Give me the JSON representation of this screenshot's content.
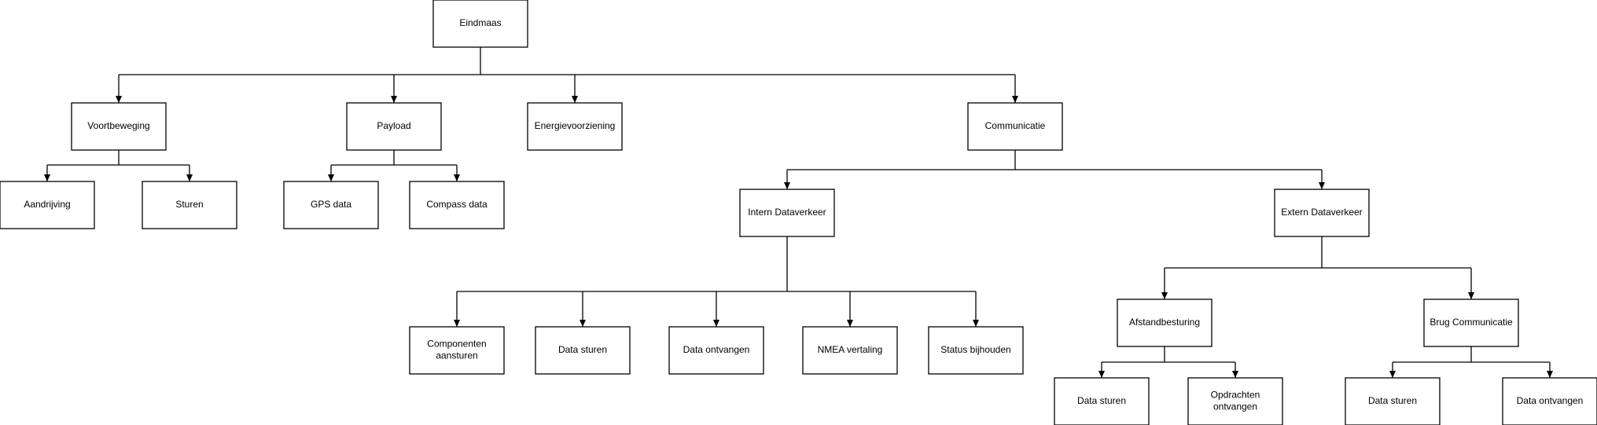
{
  "colors": {
    "background": "#ffffff",
    "stroke": "#000000",
    "text": "#000000"
  },
  "nodes": [
    {
      "id": "eindmaas",
      "label": [
        "Eindmaas"
      ]
    },
    {
      "id": "voortbeweging",
      "label": [
        "Voortbeweging"
      ]
    },
    {
      "id": "payload",
      "label": [
        "Payload"
      ]
    },
    {
      "id": "energievoorziening",
      "label": [
        "Energievoorziening"
      ]
    },
    {
      "id": "communicatie",
      "label": [
        "Communicatie"
      ]
    },
    {
      "id": "aandrijving",
      "label": [
        "Aandrijving"
      ]
    },
    {
      "id": "sturen",
      "label": [
        "Sturen"
      ]
    },
    {
      "id": "gps-data",
      "label": [
        "GPS data"
      ]
    },
    {
      "id": "compass-data",
      "label": [
        "Compass data"
      ]
    },
    {
      "id": "intern-dataverkeer",
      "label": [
        "Intern Dataverkeer"
      ]
    },
    {
      "id": "extern-dataverkeer",
      "label": [
        "Extern Dataverkeer"
      ]
    },
    {
      "id": "componenten-aansturen",
      "label": [
        "Componenten",
        "aansturen"
      ]
    },
    {
      "id": "intern-data-sturen",
      "label": [
        "Data sturen"
      ]
    },
    {
      "id": "intern-data-ontvangen",
      "label": [
        "Data ontvangen"
      ]
    },
    {
      "id": "nmea-vertaling",
      "label": [
        "NMEA vertaling"
      ]
    },
    {
      "id": "status-bijhouden",
      "label": [
        "Status bijhouden"
      ]
    },
    {
      "id": "afstandbesturing",
      "label": [
        "Afstandbesturing"
      ]
    },
    {
      "id": "brug-communicatie",
      "label": [
        "Brug Communicatie"
      ]
    },
    {
      "id": "afstand-data-sturen",
      "label": [
        "Data sturen"
      ]
    },
    {
      "id": "opdrachten-ontvangen",
      "label": [
        "Opdrachten",
        "ontvangen"
      ]
    },
    {
      "id": "brug-data-sturen",
      "label": [
        "Data sturen"
      ]
    },
    {
      "id": "brug-data-ontvangen",
      "label": [
        "Data ontvangen"
      ]
    }
  ],
  "edges": [
    {
      "from": "eindmaas",
      "to": [
        "voortbeweging",
        "payload",
        "energievoorziening",
        "communicatie"
      ]
    },
    {
      "from": "voortbeweging",
      "to": [
        "aandrijving",
        "sturen"
      ]
    },
    {
      "from": "payload",
      "to": [
        "gps-data",
        "compass-data"
      ]
    },
    {
      "from": "communicatie",
      "to": [
        "intern-dataverkeer",
        "extern-dataverkeer"
      ]
    },
    {
      "from": "intern-dataverkeer",
      "to": [
        "componenten-aansturen",
        "intern-data-sturen",
        "intern-data-ontvangen",
        "nmea-vertaling",
        "status-bijhouden"
      ]
    },
    {
      "from": "extern-dataverkeer",
      "to": [
        "afstandbesturing",
        "brug-communicatie"
      ]
    },
    {
      "from": "afstandbesturing",
      "to": [
        "afstand-data-sturen",
        "opdrachten-ontvangen"
      ]
    },
    {
      "from": "brug-communicatie",
      "to": [
        "brug-data-sturen",
        "brug-data-ontvangen"
      ]
    }
  ]
}
